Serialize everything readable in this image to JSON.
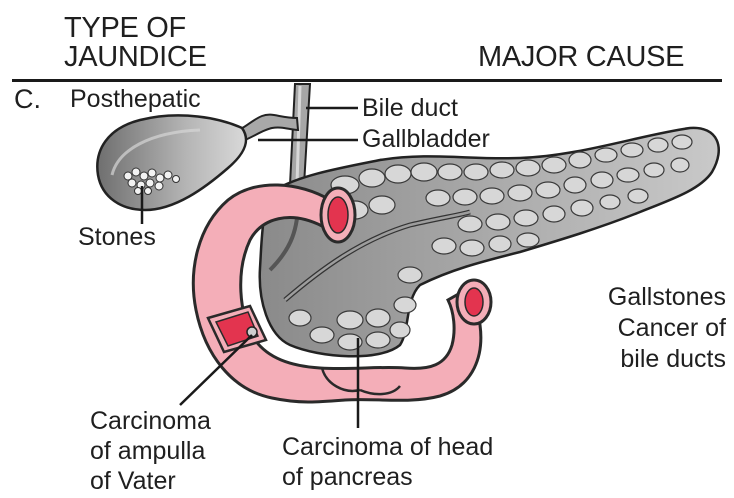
{
  "header": {
    "type_label_line1": "TYPE OF",
    "type_label_line2": "JAUNDICE",
    "cause_label": "MAJOR CAUSE"
  },
  "section": {
    "letter": "C.",
    "title": "Posthepatic"
  },
  "labels": {
    "bile_duct": "Bile duct",
    "gallbladder": "Gallbladder",
    "stones": "Stones",
    "ampulla_line1": "Carcinoma",
    "ampulla_line2": "of ampulla",
    "ampulla_line3": "of Vater",
    "head_line1": "Carcinoma of head",
    "head_line2": "of pancreas"
  },
  "major_causes": [
    "Gallstones",
    "Cancer of",
    "bile ducts"
  ],
  "colors": {
    "duodenum": "#f4aeb8",
    "duodenum_outline": "#2a2a2a",
    "lumen": "#e3344f",
    "pancreas": "#8e8e8e",
    "lobule": "#d8d8d8",
    "gallbladder": "#9a9a9a",
    "rule": "#1a1a1a"
  }
}
